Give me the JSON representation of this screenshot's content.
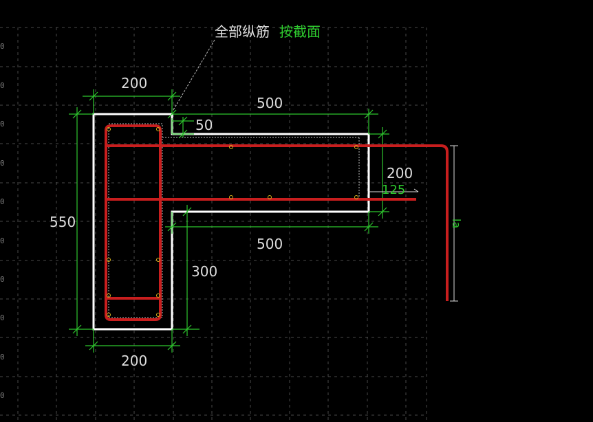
{
  "title": {
    "main": "全部纵筋",
    "link": "按截面",
    "main_color": "#dddddd",
    "link_color": "#2ec82e"
  },
  "dimensions": {
    "top_width": "200",
    "top_wing": "500",
    "offset": "50",
    "wing_height": "200",
    "cover": "125",
    "bottom_wing": "500",
    "total_height": "550",
    "lower_height": "300",
    "bottom_width": "200",
    "anchor_label": "la"
  },
  "colors": {
    "rebar": "#c81e1e",
    "outline": "#ffffff",
    "dimension": "#2ec82e",
    "grid": "#4a4a4a"
  },
  "icons": {
    "rebar_dot": "small-yellow-circle"
  }
}
